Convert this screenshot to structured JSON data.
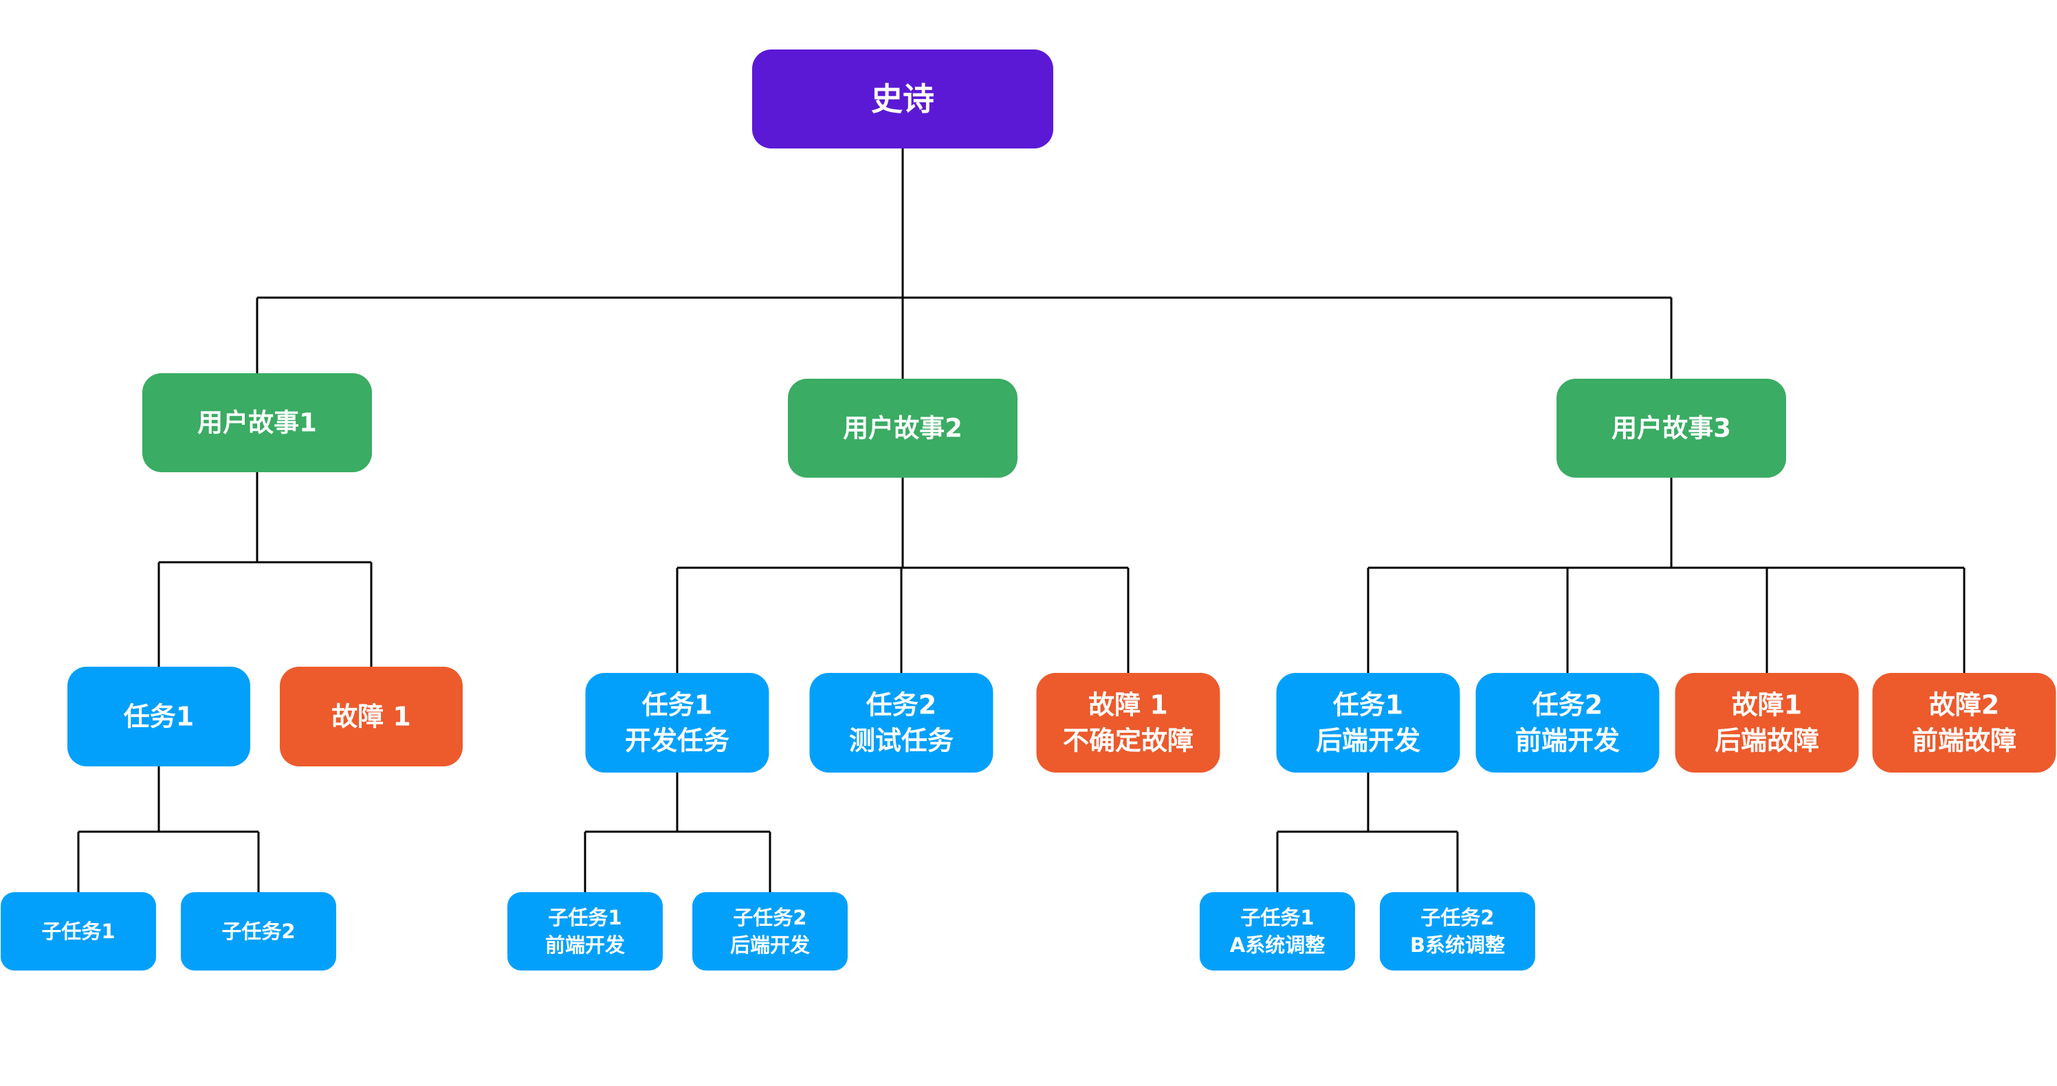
{
  "colors": {
    "epic": "#5b19d6",
    "story": "#3aac63",
    "task": "#03a0fb",
    "bug": "#ed5a2c",
    "connector": "#000000",
    "text": "#ffffff",
    "background": "#ffffff"
  },
  "epic": {
    "lines": [
      "史诗"
    ]
  },
  "stories": [
    {
      "lines": [
        "用户故事1"
      ],
      "children": [
        {
          "type": "task",
          "lines": [
            "任务1"
          ],
          "children": [
            {
              "lines": [
                "子任务1"
              ]
            },
            {
              "lines": [
                "子任务2"
              ]
            }
          ]
        },
        {
          "type": "bug",
          "lines": [
            "故障 1"
          ]
        }
      ]
    },
    {
      "lines": [
        "用户故事2"
      ],
      "children": [
        {
          "type": "task",
          "lines": [
            "任务1",
            "开发任务"
          ],
          "children": [
            {
              "lines": [
                "子任务1",
                "前端开发"
              ]
            },
            {
              "lines": [
                "子任务2",
                "后端开发"
              ]
            }
          ]
        },
        {
          "type": "task",
          "lines": [
            "任务2",
            "测试任务"
          ]
        },
        {
          "type": "bug",
          "lines": [
            "故障 1",
            "不确定故障"
          ]
        }
      ]
    },
    {
      "lines": [
        "用户故事3"
      ],
      "children": [
        {
          "type": "task",
          "lines": [
            "任务1",
            "后端开发"
          ],
          "children": [
            {
              "lines": [
                "子任务1",
                "A系统调整"
              ]
            },
            {
              "lines": [
                "子任务2",
                "B系统调整"
              ]
            }
          ]
        },
        {
          "type": "task",
          "lines": [
            "任务2",
            "前端开发"
          ]
        },
        {
          "type": "bug",
          "lines": [
            "故障1",
            "后端故障"
          ]
        },
        {
          "type": "bug",
          "lines": [
            "故障2",
            "前端故障"
          ]
        }
      ]
    }
  ]
}
